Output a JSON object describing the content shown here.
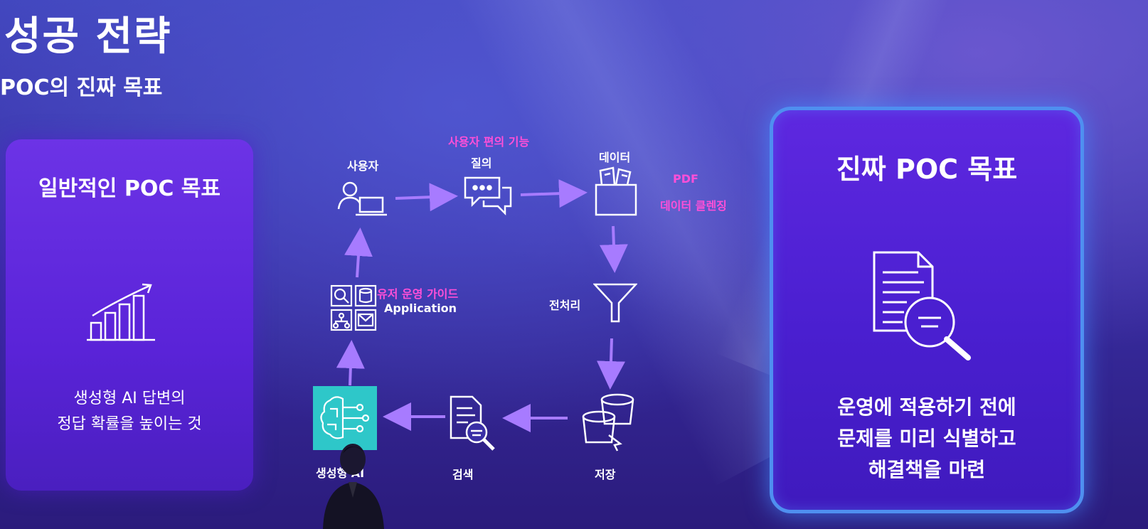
{
  "slide": {
    "title": "성공 전략",
    "subtitle": "POC의 진짜 목표"
  },
  "left_card": {
    "heading": "일반적인 POC 목표",
    "icon": "growth-bar-chart-icon",
    "body_line1": "생성형 AI 답변의",
    "body_line2": "정답 확률을 높이는 것"
  },
  "right_card": {
    "heading": "진짜 POC 목표",
    "icon": "document-search-icon",
    "line1": "운영에 적용하기 전에",
    "line2": "문제를 미리 식별하고",
    "line3": "해결책을 마련"
  },
  "flow": {
    "user": "사용자",
    "query": "질의",
    "data": "데이터",
    "preprocess": "전처리",
    "storage": "저장",
    "search": "검색",
    "genai_visible": "생성형 AI",
    "application": "Application",
    "annotations": {
      "convenience": "사용자 편의 기능",
      "pdf": "PDF",
      "cleansing": "데이터 클렌징",
      "guide": "유저 운영 가이드"
    }
  },
  "colors": {
    "accent_pink": "#ff4fd8",
    "arrow": "#a77bff",
    "card_border": "#4f8ff0",
    "ai_box": "#2ec7c9"
  }
}
